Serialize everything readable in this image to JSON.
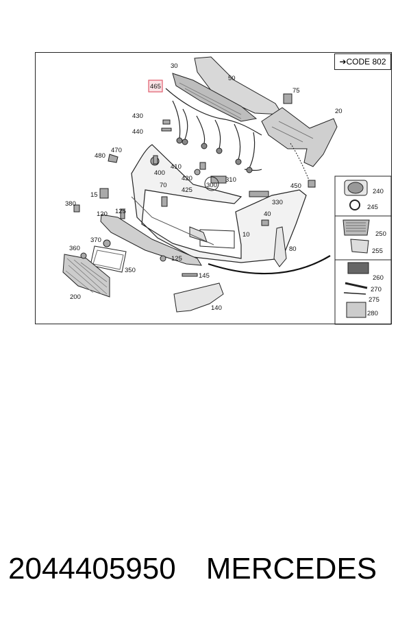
{
  "diagram": {
    "code_label": "➔CODE 802",
    "highlighted_callout": "465",
    "callouts": [
      "30",
      "50",
      "75",
      "20",
      "430",
      "440",
      "480",
      "470",
      "400",
      "410",
      "420",
      "425",
      "300",
      "310",
      "15",
      "70",
      "380",
      "120",
      "125",
      "330",
      "40",
      "10",
      "80",
      "370",
      "360",
      "350",
      "125",
      "145",
      "200",
      "140",
      "450",
      "240",
      "245",
      "250",
      "255",
      "260",
      "270",
      "275",
      "280"
    ]
  },
  "footer": {
    "part_number": "2044405950",
    "brand": "MERCEDES"
  },
  "colors": {
    "highlight_border": "#e05a6a",
    "highlight_fill": "#fbe3e6"
  }
}
